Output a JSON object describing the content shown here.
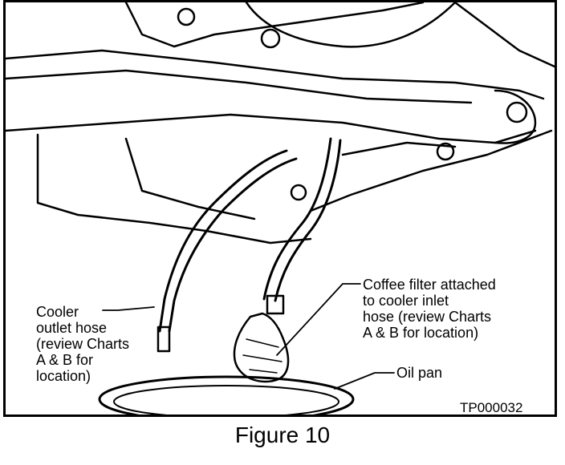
{
  "figure": {
    "caption": "Figure 10",
    "code": "TP000032"
  },
  "callouts": {
    "cooler_outlet": "Cooler\noutlet hose\n(review Charts\nA & B for\nlocation)",
    "coffee_filter": "Coffee filter attached\nto cooler inlet\nhose (review Charts\nA & B for location)",
    "oil_pan": "Oil pan"
  },
  "colors": {
    "ink": "#000000",
    "paper": "#ffffff"
  }
}
